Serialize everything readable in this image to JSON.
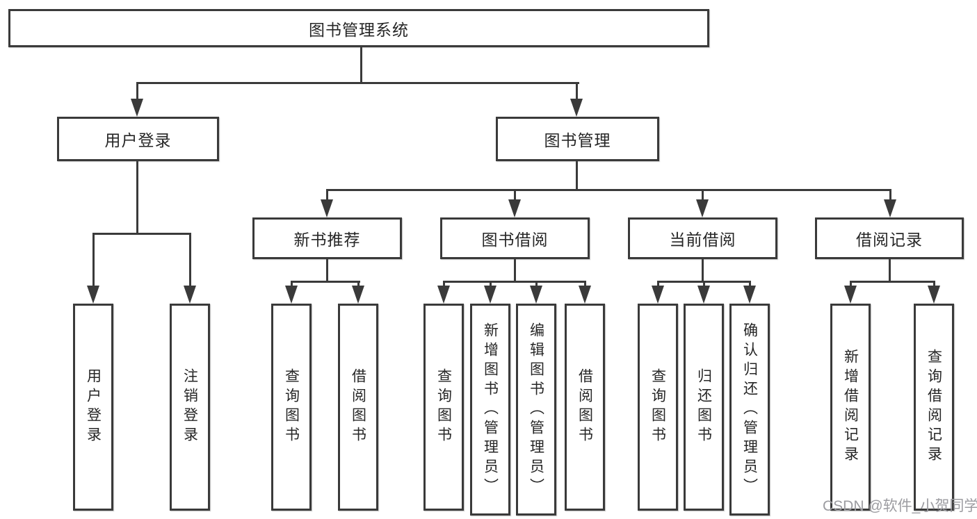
{
  "title": {
    "label": "图书管理系统"
  },
  "branches": {
    "user_login": {
      "label": "用户登录",
      "children": [
        {
          "label": "用户登录"
        },
        {
          "label": "注销登录"
        }
      ]
    },
    "book_mgmt": {
      "label": "图书管理",
      "children": [
        {
          "label": "新书推荐",
          "children": [
            {
              "label": "查询图书"
            },
            {
              "label": "借阅图书"
            }
          ]
        },
        {
          "label": "图书借阅",
          "children": [
            {
              "label": "查询图书"
            },
            {
              "label": "新增图书（管理员）"
            },
            {
              "label": "编辑图书（管理员）"
            },
            {
              "label": "借阅图书"
            }
          ]
        },
        {
          "label": "当前借阅",
          "children": [
            {
              "label": "查询图书"
            },
            {
              "label": "归还图书"
            },
            {
              "label": "确认归还（管理员）"
            }
          ]
        },
        {
          "label": "借阅记录",
          "children": [
            {
              "label": "新增借阅记录"
            },
            {
              "label": "查询借阅记录"
            }
          ]
        }
      ]
    }
  },
  "watermark": {
    "text": "CSDN @软件_小贺同学"
  },
  "colors": {
    "line": "#3a3a3a",
    "text": "#262626",
    "box_background": "#ffffff",
    "watermark": "#9c9ca1"
  }
}
